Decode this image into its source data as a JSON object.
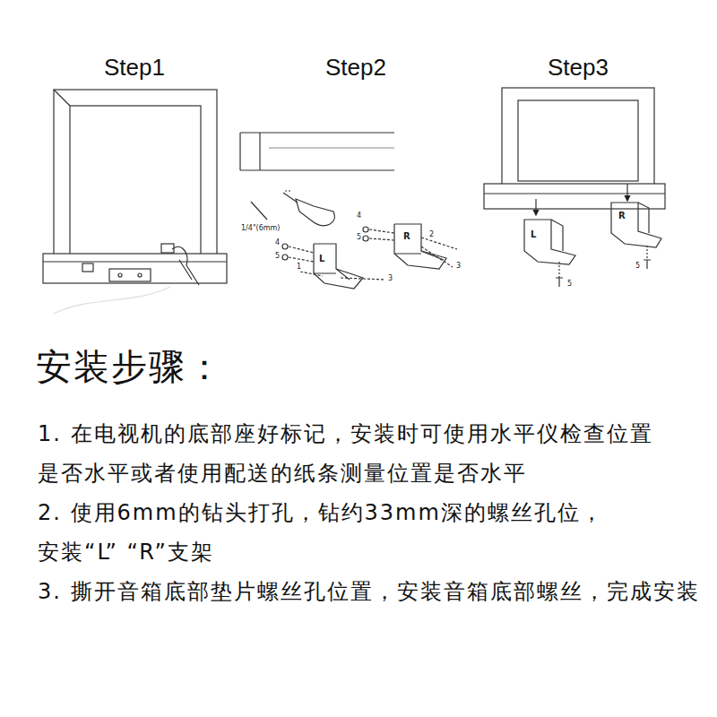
{
  "diagram": {
    "title": "安装步骤：",
    "labels": [
      "Step1",
      "Step2",
      "Step3",
      "1. 在电视机的底部座好标记，安装时可使用水平仪检查位置 是否水平或者使用配送的纸条测量位置是否水平",
      "2. 使用6mm的钻头打孔，钻约33mm深的螺丝孔位，安装“L” “R”支架",
      "3. 撕开音箱底部垫片螺丝孔位置，安装音箱底部螺丝，完成安装",
      "1/4\"(6mm)",
      "L",
      "R",
      "L",
      "R",
      "4",
      "5",
      "1",
      "3",
      "4",
      "5",
      "2",
      "3",
      "5",
      "5"
    ]
  }
}
